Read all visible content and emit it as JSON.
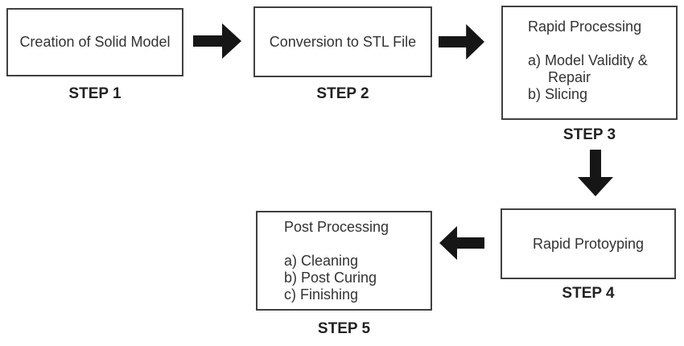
{
  "diagram": {
    "background": "#ffffff",
    "box_border_color": "#404040",
    "text_color": "#333333",
    "arrow_color": "#161616",
    "steps": [
      {
        "label": "STEP 1",
        "title": "Creation of Solid Model",
        "items": []
      },
      {
        "label": "STEP 2",
        "title": "Conversion to STL File",
        "items": []
      },
      {
        "label": "STEP 3",
        "title": "Rapid Processing",
        "items": [
          {
            "text": "a) Model Validity &",
            "indent": false
          },
          {
            "text": "Repair",
            "indent": true
          },
          {
            "text": "b) Slicing",
            "indent": false
          }
        ]
      },
      {
        "label": "STEP 4",
        "title": "Rapid Protoyping",
        "items": []
      },
      {
        "label": "STEP 5",
        "title": "Post Processing",
        "items": [
          {
            "text": "a) Cleaning",
            "indent": false
          },
          {
            "text": "b) Post Curing",
            "indent": false
          },
          {
            "text": "c) Finishing",
            "indent": false
          }
        ]
      }
    ],
    "arrows": [
      {
        "name": "step1-to-step2",
        "direction": "right"
      },
      {
        "name": "step2-to-step3",
        "direction": "right"
      },
      {
        "name": "step3-to-step4",
        "direction": "down"
      },
      {
        "name": "step4-to-step5",
        "direction": "left"
      }
    ]
  }
}
